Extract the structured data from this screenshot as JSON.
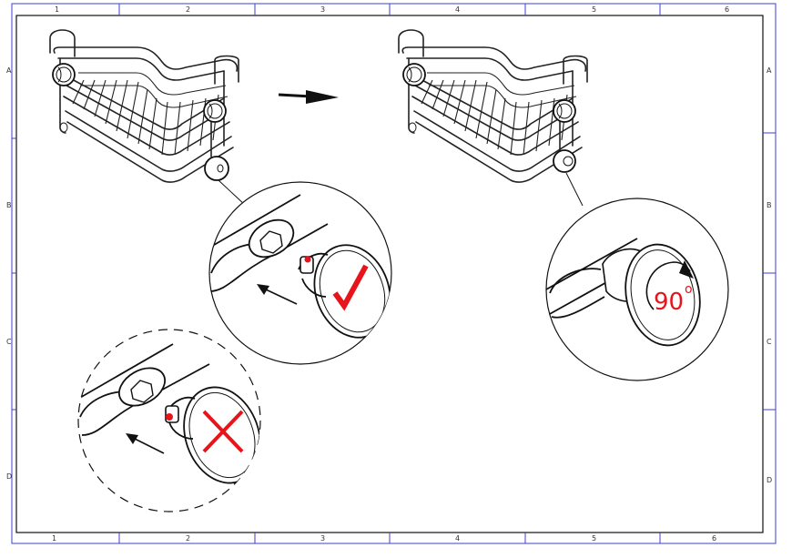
{
  "frame": {
    "columns": [
      "1",
      "2",
      "3",
      "4",
      "5",
      "6"
    ],
    "rows": [
      "A",
      "B",
      "C",
      "D"
    ]
  },
  "steps": [
    {
      "id": "correct",
      "label": "",
      "mark": "check-mark",
      "color": "#e8141c"
    },
    {
      "id": "rotate",
      "label": "90°",
      "mark": "rotate-arrow",
      "color": "#e8141c"
    },
    {
      "id": "wrong",
      "label": "",
      "mark": "cross-mark",
      "color": "#e8141c"
    }
  ],
  "rotation": {
    "text": "90",
    "degree_symbol": "o"
  }
}
